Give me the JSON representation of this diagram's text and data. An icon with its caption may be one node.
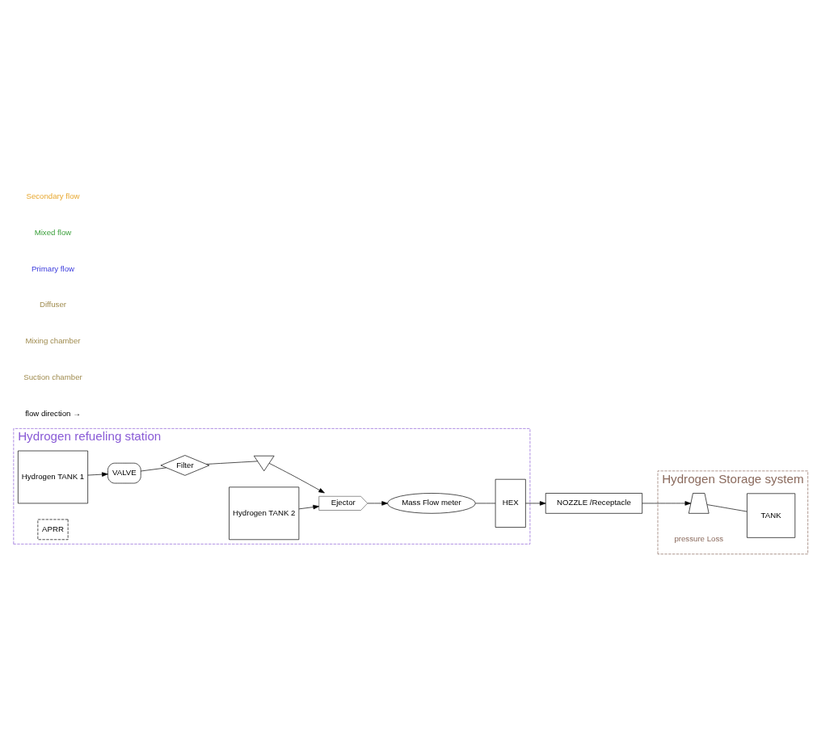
{
  "diagram": {
    "nodes": [
      {
        "text": [
          "Hydrogen refueling station"
        ]
      },
      {
        "text": [
          "Hydrogen Storage system"
        ]
      },
      {
        "text": [
          "Hydrogen TANK 1"
        ],
        "in": 0
      },
      {
        "text": [
          "VALVE"
        ],
        "in": 0
      },
      {
        "text": [
          "Filter"
        ],
        "in": 0
      },
      {
        "text": [],
        "shape": "valve",
        "in": 0
      },
      {
        "text": [
          "Ejector"
        ],
        "in": 0
      },
      {
        "text": [
          "Hydrogen TANK 2"
        ],
        "in": 0
      },
      {
        "text": [
          "Mass Flow meter"
        ],
        "in": 0
      },
      {
        "text": [
          "HEX"
        ],
        "in": 0
      },
      {
        "text": [
          "APRR"
        ],
        "in": 0
      },
      {
        "text": [
          "NOZZLE /Receptacle"
        ]
      },
      {
        "text": [],
        "shape": "trapezium",
        "in": 1
      },
      {
        "text": [
          "TANK"
        ],
        "in": 1
      }
    ],
    "edges": [
      {
        "from": 2,
        "to": 3,
        "arrow": "to"
      },
      {
        "from": 3,
        "to": 4,
        "arrow": "none"
      },
      {
        "from": 4,
        "to": 5,
        "arrow": "none"
      },
      {
        "from": 5,
        "to": 6,
        "arrow": "to"
      },
      {
        "from": 7,
        "to": 6,
        "arrow": "to"
      },
      {
        "from": 6,
        "to": 8,
        "arrow": "to"
      },
      {
        "from": 8,
        "to": 9,
        "arrow": "none"
      },
      {
        "from": 9,
        "to": 11,
        "arrow": "to"
      },
      {
        "from": 11,
        "to": 12,
        "arrow": "to"
      },
      {
        "from": 12,
        "to": 13,
        "arrow": "none"
      }
    ],
    "labels": [
      "flow direction →",
      "Suction chamber",
      "Mixing chamber",
      "Diffuser",
      "Primary flow",
      "Mixed flow",
      "Secondary flow",
      "pressure Loss"
    ]
  }
}
